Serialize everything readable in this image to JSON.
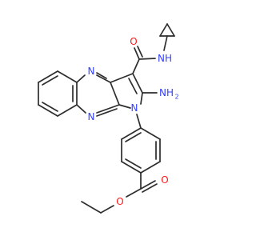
{
  "molecule": {
    "colors": {
      "carbon_bond": "#2d2d2d",
      "nitrogen": "#3540ff",
      "oxygen": "#ff1a1a",
      "background": "#ffffff"
    },
    "atom_labels": {
      "amide_nh": "NH",
      "amino_n": "NH",
      "amino_sub": "2",
      "pyrrole_n": "N",
      "quinoxaline_n_top": "N",
      "quinoxaline_n_bottom": "N",
      "amide_o": "O",
      "ester_o_carbonyl": "O",
      "ester_o_ether": "O"
    }
  }
}
